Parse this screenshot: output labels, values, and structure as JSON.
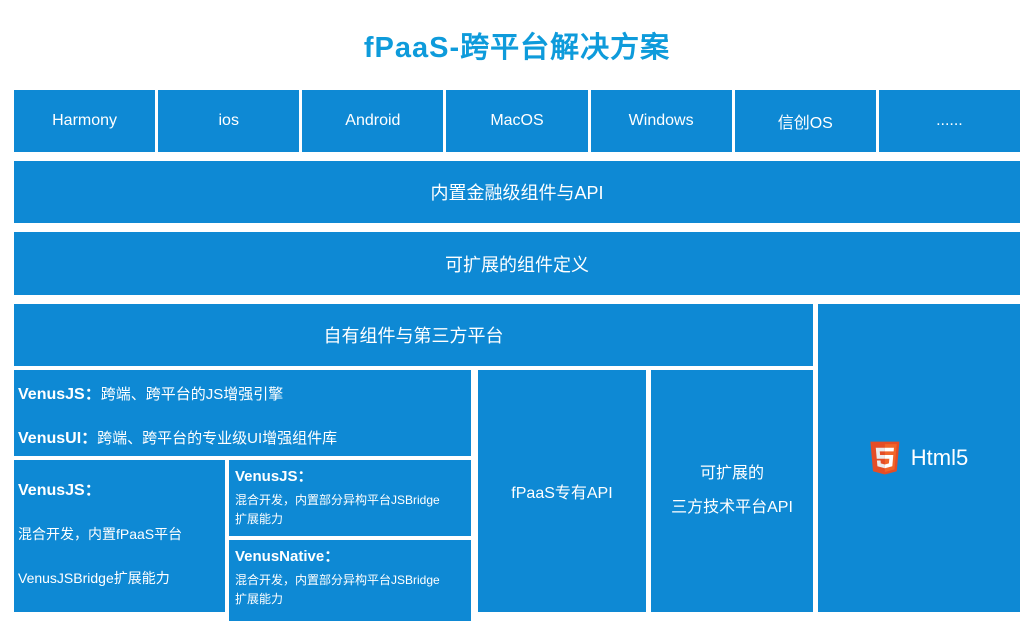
{
  "title": "fPaaS-跨平台解决方案",
  "colors": {
    "box_blue": "#0e89d4",
    "title_blue": "#0e9bdb",
    "html5_orange": "#e44d26",
    "html5_orange_light": "#f16529"
  },
  "platforms": [
    "Harmony",
    "ios",
    "Android",
    "MacOS",
    "Windows",
    "信创OS",
    "......"
  ],
  "bars": {
    "builtin_api": "内置金融级组件与API",
    "component_def": "可扩展的组件定义",
    "own_components": "自有组件与第三方平台"
  },
  "blocks": {
    "venus_engine": {
      "js_label": "VenusJS：",
      "js_text": "跨端、跨平台的JS增强引擎",
      "ui_label": "VenusUI：",
      "ui_text": "跨端、跨平台的专业级UI增强组件库"
    },
    "venus_fpaas": {
      "label": "VenusJS：",
      "line1": "混合开发，内置fPaaS平台",
      "line2": "VenusJSBridge扩展能力"
    },
    "venusjs_bridge": {
      "label": "VenusJS：",
      "line1": "混合开发，内置部分异构平台JSBridge",
      "line2": "扩展能力"
    },
    "venusnative_bridge": {
      "label": "VenusNative：",
      "line1": "混合开发，内置部分异构平台JSBridge",
      "line2": "扩展能力"
    },
    "fpaas_api": "fPaaS专有API",
    "third_party": {
      "line1": "可扩展的",
      "line2": "三方技术平台API"
    },
    "html5_label": "Html5"
  }
}
